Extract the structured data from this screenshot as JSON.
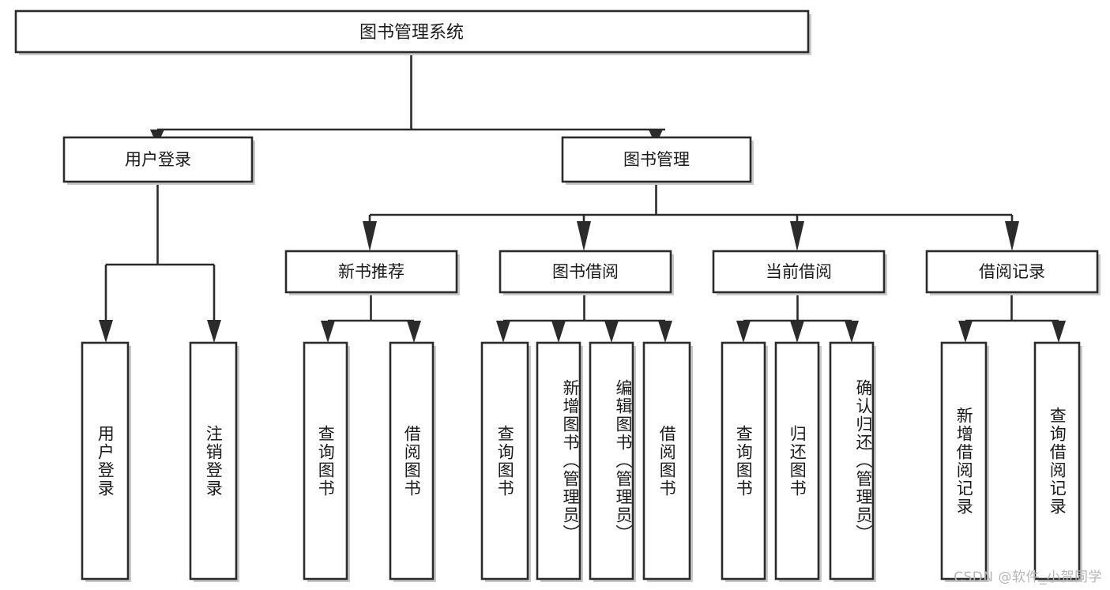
{
  "diagram": {
    "type": "tree-hierarchy",
    "title": "图书管理系统",
    "orientation": "top-down",
    "colors": {
      "box_stroke": "#2b2b2b",
      "box_fill": "#ffffff",
      "text": "#1a1a1a",
      "watermark": "#b6b6b6",
      "background": "#ffffff"
    },
    "root": {
      "label": "图书管理系统"
    },
    "level2": [
      {
        "id": "user-login",
        "label": "用户登录"
      },
      {
        "id": "book-manage",
        "label": "图书管理"
      }
    ],
    "level3": [
      {
        "id": "new-book-recommend",
        "label": "新书推荐",
        "parent": "book-manage"
      },
      {
        "id": "book-borrow",
        "label": "图书借阅",
        "parent": "book-manage"
      },
      {
        "id": "current-borrow",
        "label": "当前借阅",
        "parent": "book-manage"
      },
      {
        "id": "borrow-record",
        "label": "借阅记录",
        "parent": "book-manage"
      }
    ],
    "leaves": {
      "user-login": [
        {
          "id": "leaf-user-login",
          "label": "用户登录"
        },
        {
          "id": "leaf-logout",
          "label": "注销登录"
        }
      ],
      "new-book-recommend": [
        {
          "id": "leaf-query-book-1",
          "label": "查询图书"
        },
        {
          "id": "leaf-borrow-book-1",
          "label": "借阅图书"
        }
      ],
      "book-borrow": [
        {
          "id": "leaf-query-book-2",
          "label": "查询图书"
        },
        {
          "id": "leaf-add-book",
          "label": "新增图书（管理员）"
        },
        {
          "id": "leaf-edit-book",
          "label": "编辑图书（管理员）"
        },
        {
          "id": "leaf-borrow-book-2",
          "label": "借阅图书"
        }
      ],
      "current-borrow": [
        {
          "id": "leaf-query-book-3",
          "label": "查询图书"
        },
        {
          "id": "leaf-return-book",
          "label": "归还图书"
        },
        {
          "id": "leaf-confirm-return",
          "label": "确认归还（管理员）"
        }
      ],
      "borrow-record": [
        {
          "id": "leaf-add-record",
          "label": "新增借阅记录"
        },
        {
          "id": "leaf-query-record",
          "label": "查询借阅记录"
        }
      ]
    }
  },
  "watermark": {
    "text": "CSDN @软件_小贺同学"
  }
}
